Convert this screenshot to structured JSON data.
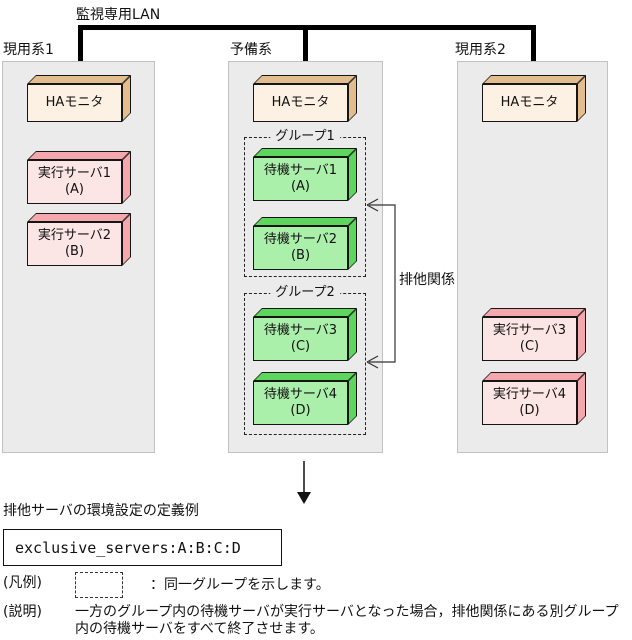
{
  "diagram": {
    "lan_label": "監視専用LAN",
    "exclusion_label": "排他関係",
    "columns": [
      {
        "label": "現用系1",
        "ha_label": "HAモニタ",
        "servers": [
          {
            "name": "実行サーバ1",
            "id": "(A)"
          },
          {
            "name": "実行サーバ2",
            "id": "(B)"
          }
        ]
      },
      {
        "label": "予備系",
        "ha_label": "HAモニタ",
        "groups": [
          {
            "label": "グループ1",
            "servers": [
              {
                "name": "待機サーバ1",
                "id": "(A)"
              },
              {
                "name": "待機サーバ2",
                "id": "(B)"
              }
            ]
          },
          {
            "label": "グループ2",
            "servers": [
              {
                "name": "待機サーバ3",
                "id": "(C)"
              },
              {
                "name": "待機サーバ4",
                "id": "(D)"
              }
            ]
          }
        ]
      },
      {
        "label": "現用系2",
        "ha_label": "HAモニタ",
        "servers": [
          {
            "name": "実行サーバ3",
            "id": "(C)"
          },
          {
            "name": "実行サーバ4",
            "id": "(D)"
          }
        ]
      }
    ]
  },
  "definition": {
    "title": "排他サーバの環境設定の定義例",
    "code": "exclusive_servers:A:B:C:D"
  },
  "legend": {
    "label": "(凡例)",
    "text": "：同一グループを示します。"
  },
  "note": {
    "label": "(説明)",
    "line1": "一方のグループ内の待機サーバが実行サーバとなった場合，排他関係にある別グループ",
    "line2": "内の待機サーバをすべて終了させます。"
  },
  "colors": {
    "column_bg": "#ebebeb",
    "ha_front": "#fdf1e3",
    "ha_side": "#e3bd8e",
    "exec_front": "#fce5e5",
    "exec_side": "#f4a8ae",
    "standby_front": "#aaefaa",
    "standby_side": "#5ed65e",
    "lan_line": "#000000"
  }
}
